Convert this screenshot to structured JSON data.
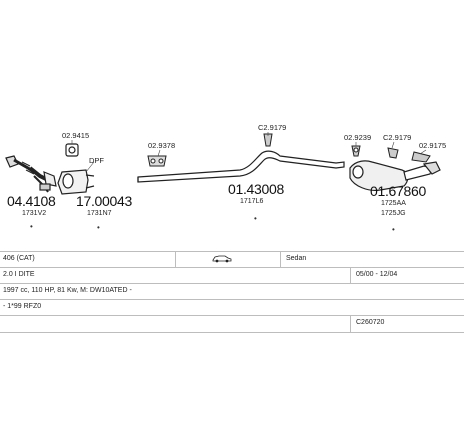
{
  "parts": [
    {
      "number": "04.4108",
      "refs": [
        "1731V2"
      ]
    },
    {
      "number": "17.00043",
      "refs": [
        "1731N7"
      ],
      "label": "DPF"
    },
    {
      "number": "01.43008",
      "refs": [
        "1717L6"
      ]
    },
    {
      "number": "01.67860",
      "refs": [
        "1725AA",
        "1725JG"
      ]
    }
  ],
  "codes": [
    "02.9415",
    "02.9378",
    "C2.9179",
    "02.9239",
    "C2.9179",
    "02.9175"
  ],
  "vehicle": {
    "model": "406 (CAT)",
    "body": "Sedan",
    "engine": "2.0 I DITE",
    "years": "05/00 - 12/04",
    "details": "1997 cc, 110 HP, 81 Kw, M: DW10ATED -",
    "extra": "- 1*99 RFZ0",
    "catalog_code": "C260720"
  },
  "icons": {
    "car": "car-icon"
  }
}
